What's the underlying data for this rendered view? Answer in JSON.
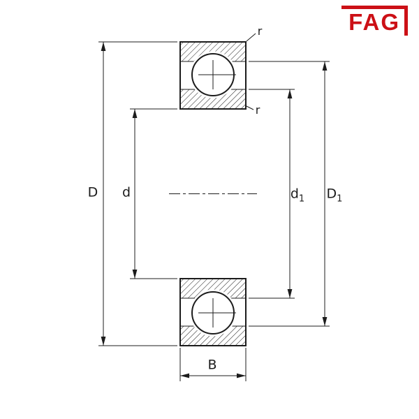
{
  "logo": {
    "text": "FAG"
  },
  "dimensions": {
    "outer_diameter": {
      "label": "D",
      "sub": ""
    },
    "bore_diameter": {
      "label": "d",
      "sub": ""
    },
    "inner_shoulder_diameter": {
      "label": "d",
      "sub": "1"
    },
    "outer_shoulder_diameter": {
      "label": "D",
      "sub": "1"
    },
    "width": {
      "label": "B",
      "sub": ""
    },
    "chamfer_radius_outer": "r",
    "chamfer_radius_inner": "r"
  },
  "colors": {
    "line": "#1c1c1c",
    "accent_red": "#cc1016",
    "background": "#ffffff"
  }
}
